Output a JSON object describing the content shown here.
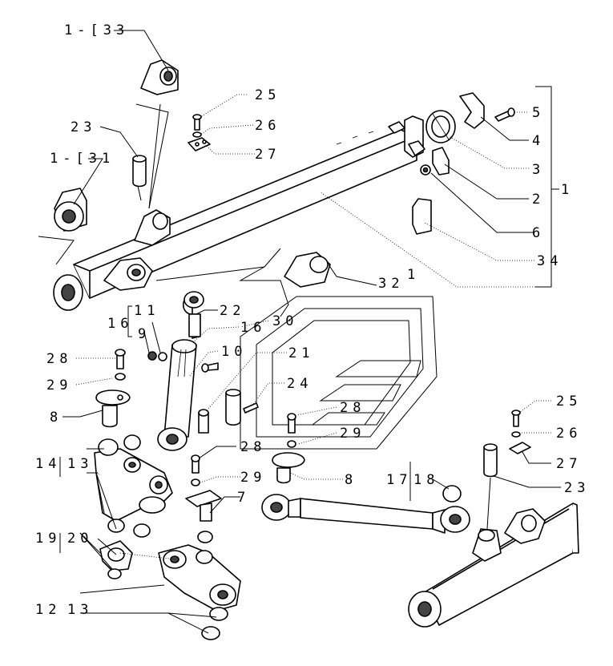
{
  "labels": [
    {
      "id": "p1-33",
      "text": "1-[33"
    },
    {
      "id": "p25a",
      "text": "25"
    },
    {
      "id": "p26a",
      "text": "26"
    },
    {
      "id": "p27a",
      "text": "27"
    },
    {
      "id": "p23a",
      "text": "23"
    },
    {
      "id": "p1-31",
      "text": "1-[31"
    },
    {
      "id": "p5",
      "text": "5"
    },
    {
      "id": "p4",
      "text": "4"
    },
    {
      "id": "p3",
      "text": "3"
    },
    {
      "id": "p2",
      "text": "2"
    },
    {
      "id": "p1",
      "text": "1"
    },
    {
      "id": "p6",
      "text": "6"
    },
    {
      "id": "p34",
      "text": "34"
    },
    {
      "id": "p32",
      "text": "32"
    },
    {
      "id": "p32-1",
      "text": "1"
    },
    {
      "id": "p22",
      "text": "22"
    },
    {
      "id": "p11",
      "text": "11"
    },
    {
      "id": "p16",
      "text": "16"
    },
    {
      "id": "p9",
      "text": "9"
    },
    {
      "id": "p16b",
      "text": "16"
    },
    {
      "id": "p30",
      "text": "30"
    },
    {
      "id": "p10",
      "text": "10"
    },
    {
      "id": "p28a",
      "text": "28"
    },
    {
      "id": "p21",
      "text": "21"
    },
    {
      "id": "p29a",
      "text": "29"
    },
    {
      "id": "p24",
      "text": "24"
    },
    {
      "id": "p8a",
      "text": "8"
    },
    {
      "id": "p28b",
      "text": "28"
    },
    {
      "id": "p29b",
      "text": "29"
    },
    {
      "id": "p25b",
      "text": "25"
    },
    {
      "id": "p26b",
      "text": "26"
    },
    {
      "id": "p27b",
      "text": "27"
    },
    {
      "id": "p14",
      "text": "14"
    },
    {
      "id": "p13a",
      "text": "13"
    },
    {
      "id": "p28c",
      "text": "28"
    },
    {
      "id": "p29c",
      "text": "29"
    },
    {
      "id": "p8b",
      "text": "8"
    },
    {
      "id": "p17",
      "text": "17"
    },
    {
      "id": "p18",
      "text": "18"
    },
    {
      "id": "p23b",
      "text": "23"
    },
    {
      "id": "p7",
      "text": "7"
    },
    {
      "id": "p19",
      "text": "19"
    },
    {
      "id": "p20",
      "text": "20"
    },
    {
      "id": "p12",
      "text": "12"
    },
    {
      "id": "p13b",
      "text": "13"
    }
  ]
}
